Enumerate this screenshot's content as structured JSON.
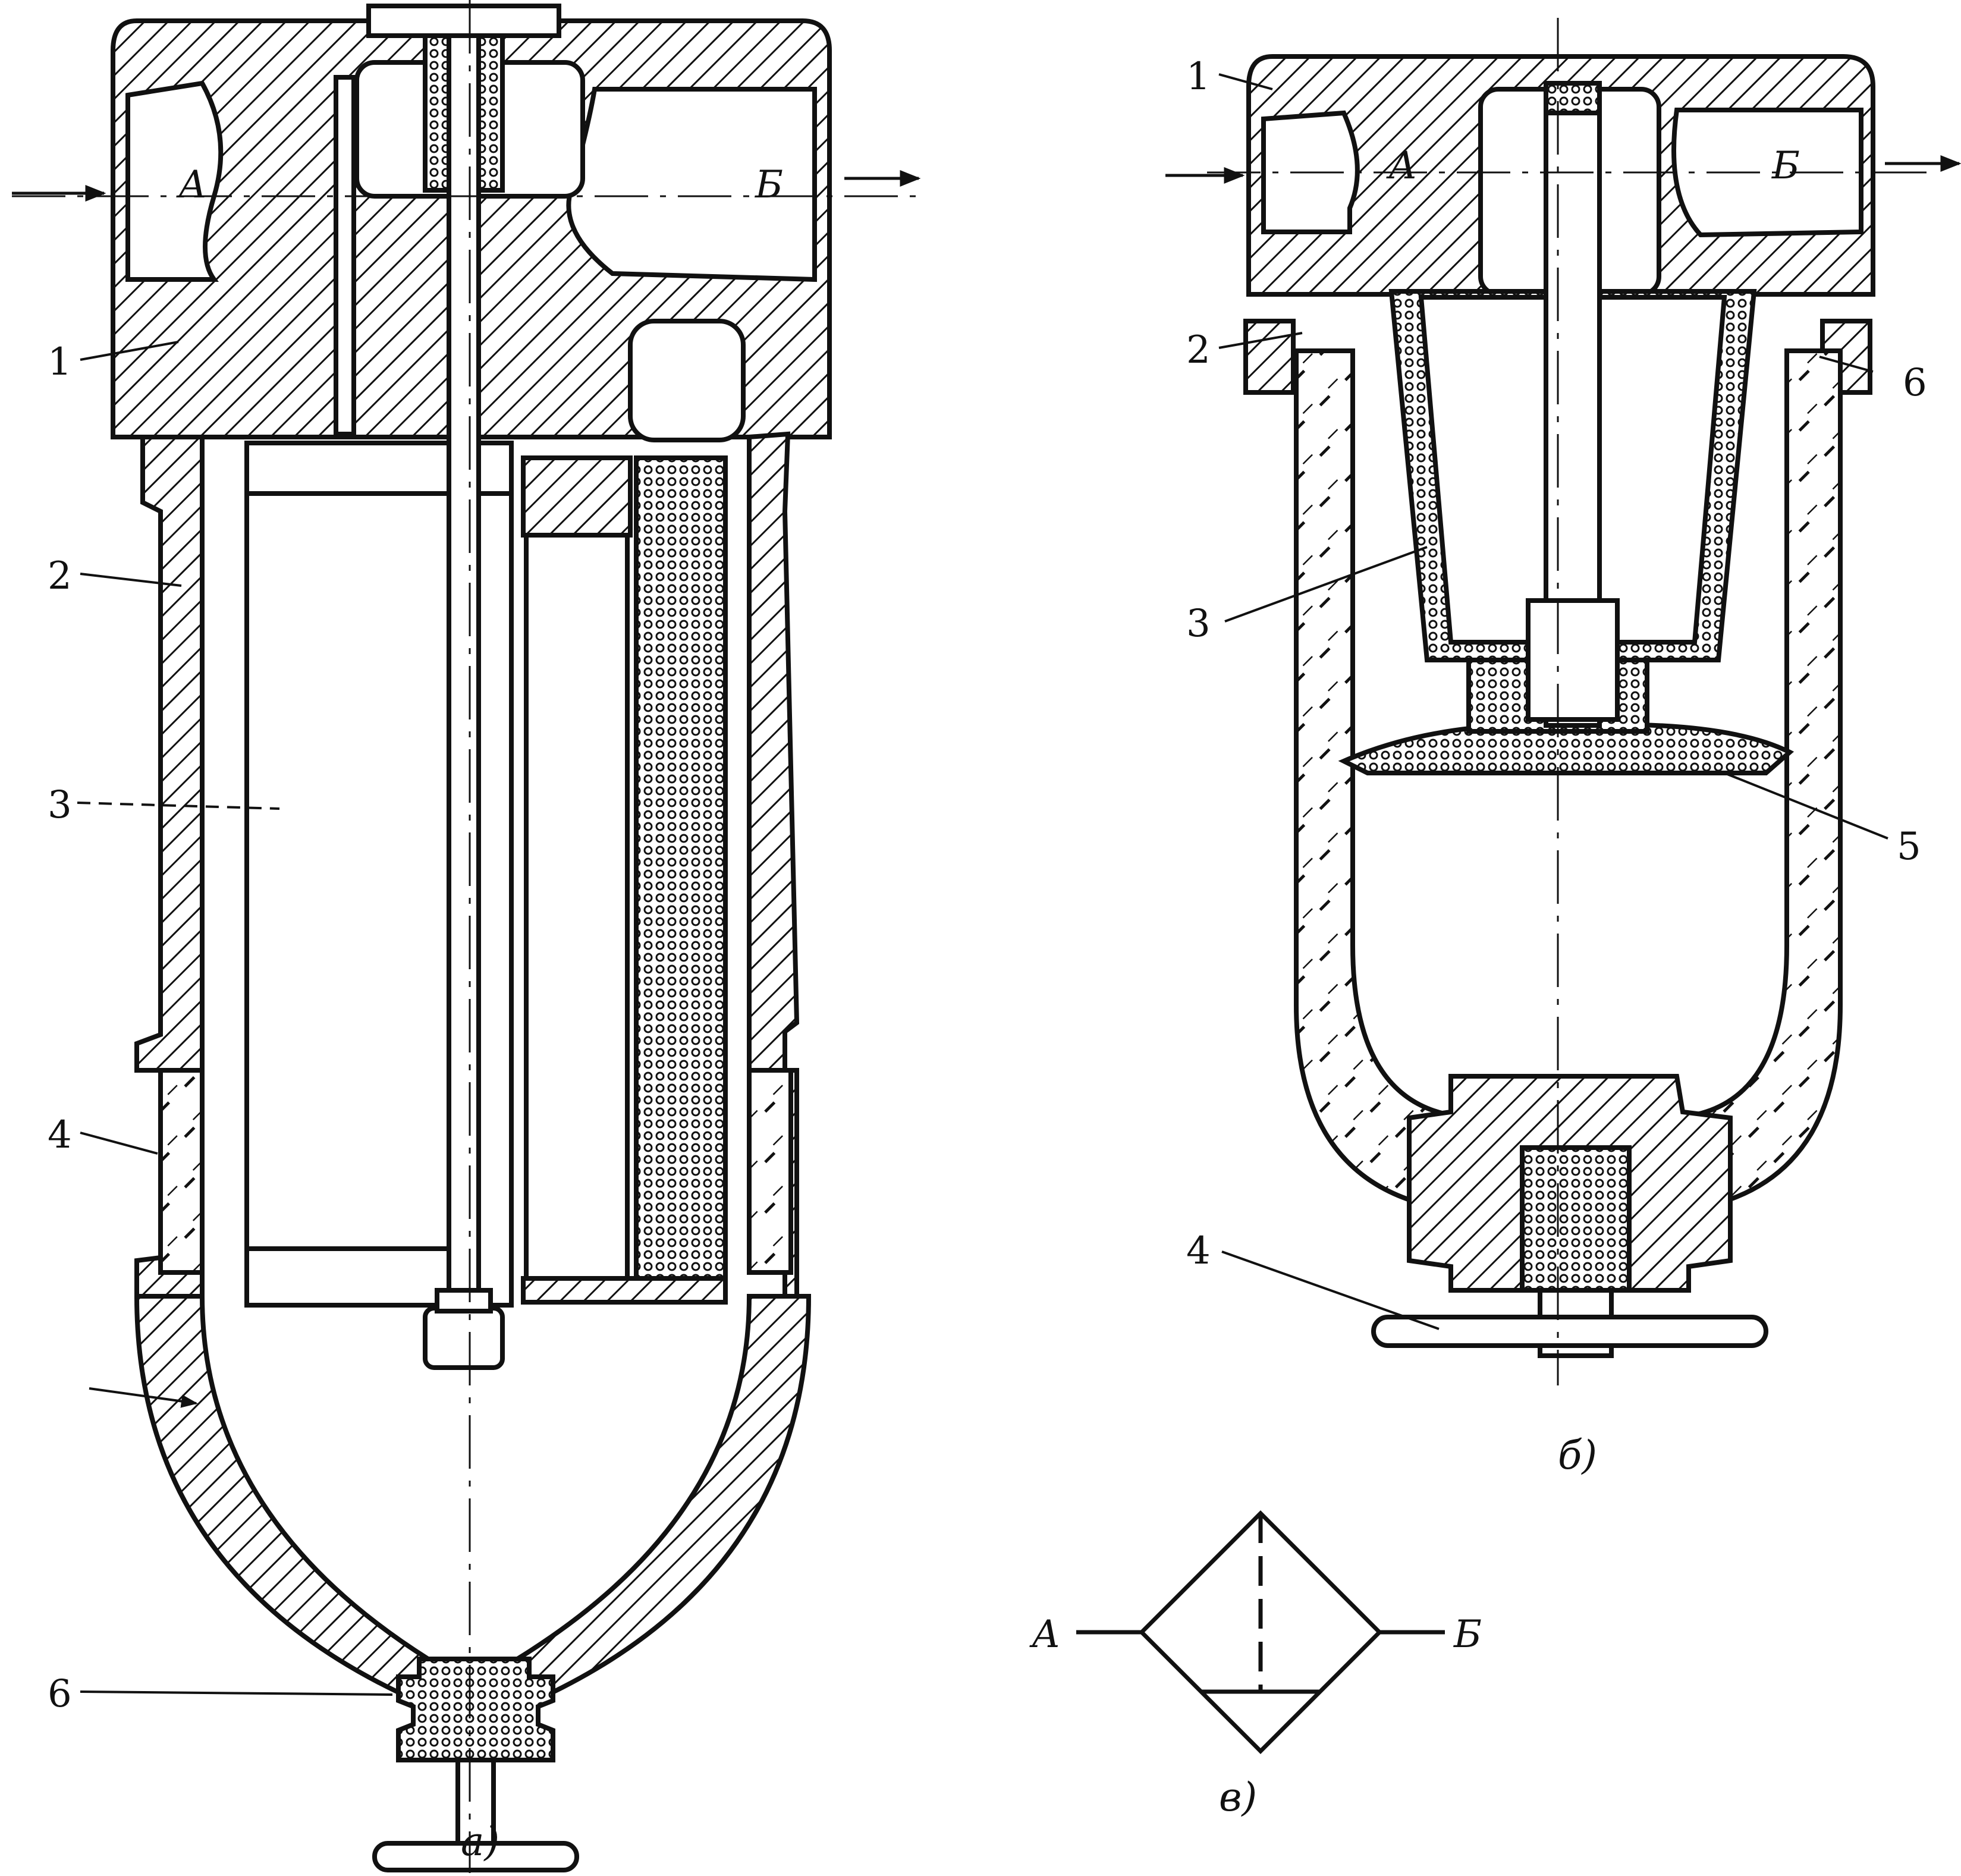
{
  "figure_a": {
    "caption": "а)",
    "port_in": "А",
    "port_out": "Б",
    "callouts": [
      "1",
      "2",
      "3",
      "4",
      "6"
    ]
  },
  "figure_b": {
    "caption": "б)",
    "port_in": "А",
    "port_out": "Б",
    "callouts": [
      "1",
      "2",
      "3",
      "4",
      "5",
      "6"
    ]
  },
  "figure_v": {
    "caption": "в)",
    "port_in": "А",
    "port_out": "Б"
  },
  "colors": {
    "ink": "#111111",
    "paper": "#ffffff"
  }
}
